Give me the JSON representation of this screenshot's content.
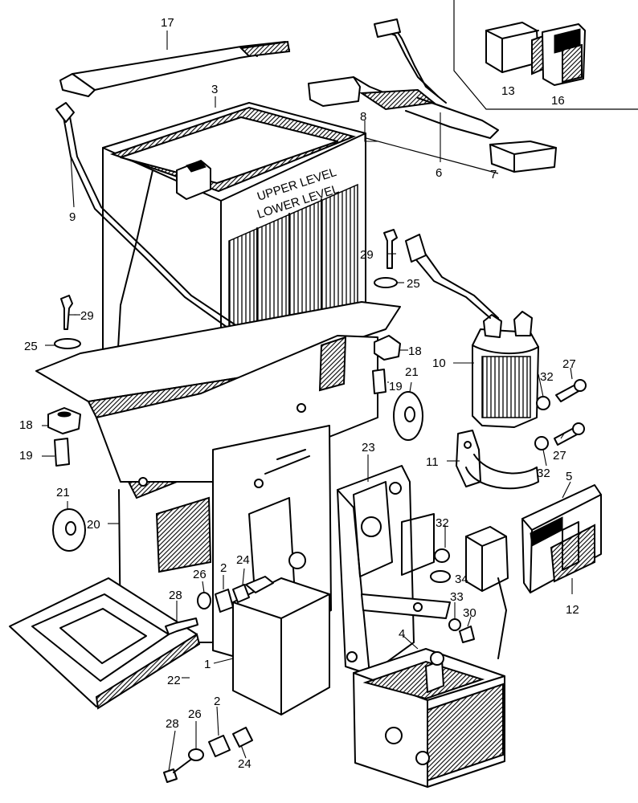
{
  "battery_text": {
    "upper": "UPPER LEVEL",
    "lower": "LOWER LEVEL"
  },
  "part_numbers": [
    "1",
    "2",
    "3",
    "4",
    "5",
    "6",
    "7",
    "8",
    "9",
    "10",
    "11",
    "12",
    "13",
    "16",
    "17",
    "18",
    "19",
    "20",
    "21",
    "22",
    "23",
    "24",
    "25",
    "26",
    "27",
    "28",
    "29",
    "30",
    "32",
    "33",
    "34"
  ],
  "labels": [
    {
      "id": "1a",
      "text": "1"
    },
    {
      "id": "2a",
      "text": "2"
    },
    {
      "id": "2b",
      "text": "2"
    },
    {
      "id": "3",
      "text": "3"
    },
    {
      "id": "4",
      "text": "4"
    },
    {
      "id": "5",
      "text": "5"
    },
    {
      "id": "6",
      "text": "6"
    },
    {
      "id": "7",
      "text": "7"
    },
    {
      "id": "8",
      "text": "8"
    },
    {
      "id": "9",
      "text": "9"
    },
    {
      "id": "10",
      "text": "10"
    },
    {
      "id": "11",
      "text": "11"
    },
    {
      "id": "12",
      "text": "12"
    },
    {
      "id": "13",
      "text": "13"
    },
    {
      "id": "16",
      "text": "16"
    },
    {
      "id": "17",
      "text": "17"
    },
    {
      "id": "18a",
      "text": "18"
    },
    {
      "id": "18b",
      "text": "18"
    },
    {
      "id": "19a",
      "text": "19"
    },
    {
      "id": "19b",
      "text": "19"
    },
    {
      "id": "20",
      "text": "20"
    },
    {
      "id": "21a",
      "text": "21"
    },
    {
      "id": "21b",
      "text": "21"
    },
    {
      "id": "22",
      "text": "22"
    },
    {
      "id": "23",
      "text": "23"
    },
    {
      "id": "24a",
      "text": "24"
    },
    {
      "id": "24b",
      "text": "24"
    },
    {
      "id": "25a",
      "text": "25"
    },
    {
      "id": "25b",
      "text": "25"
    },
    {
      "id": "26a",
      "text": "26"
    },
    {
      "id": "26b",
      "text": "26"
    },
    {
      "id": "27a",
      "text": "27"
    },
    {
      "id": "27b",
      "text": "27"
    },
    {
      "id": "28a",
      "text": "28"
    },
    {
      "id": "28b",
      "text": "28"
    },
    {
      "id": "29a",
      "text": "29"
    },
    {
      "id": "29b",
      "text": "29"
    },
    {
      "id": "30",
      "text": "30"
    },
    {
      "id": "32a",
      "text": "32"
    },
    {
      "id": "32b",
      "text": "32"
    },
    {
      "id": "32c",
      "text": "32"
    },
    {
      "id": "33",
      "text": "33"
    },
    {
      "id": "34",
      "text": "34"
    }
  ]
}
